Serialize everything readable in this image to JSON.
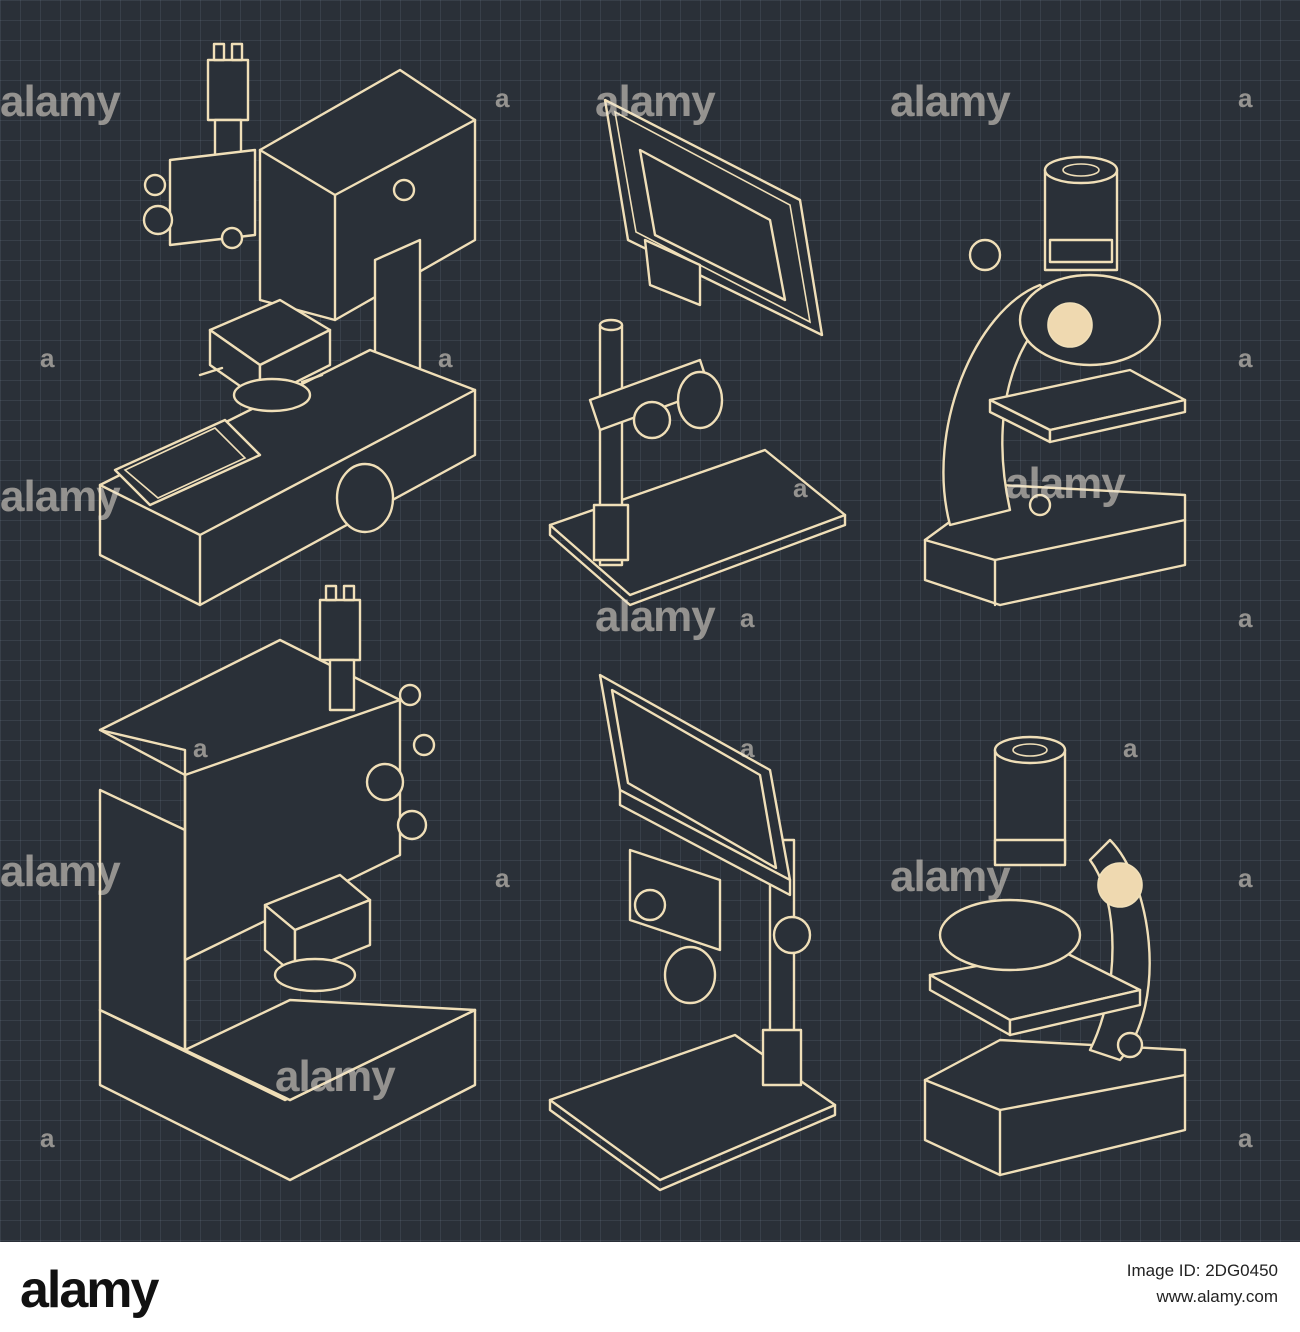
{
  "watermark": {
    "text": "alamy",
    "mark": "a"
  },
  "footer": {
    "logo": "alamy",
    "image_id": "Image ID: 2DG0450",
    "site": "www.alamy.com"
  },
  "colors": {
    "background": "#2a3038",
    "line": "#f0dfb8",
    "footer_bg": "#ffffff"
  }
}
